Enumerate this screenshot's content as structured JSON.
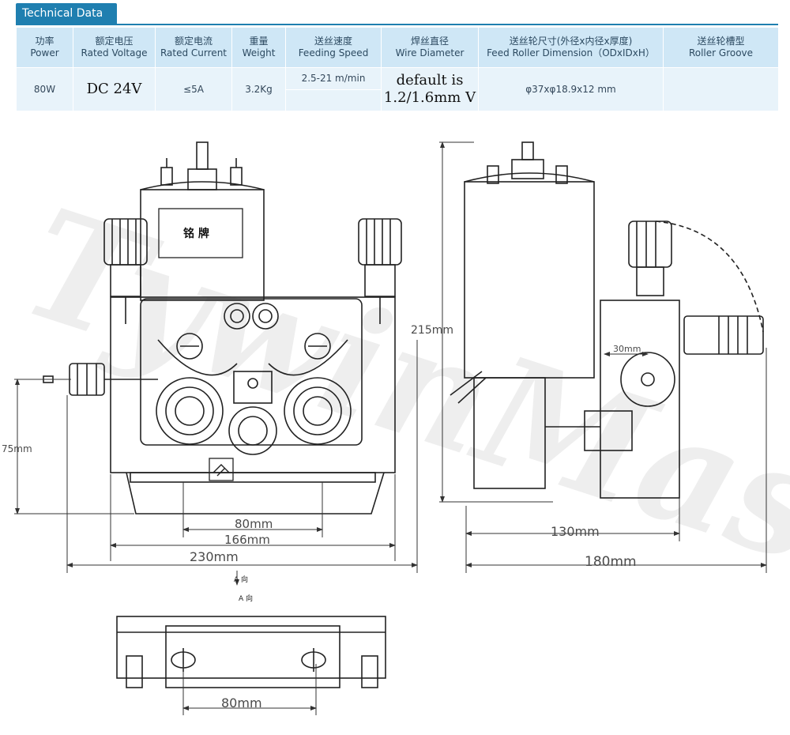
{
  "header": {
    "tab_label": "Technical Data"
  },
  "table": {
    "columns": [
      {
        "cn": "功率",
        "en": "Power"
      },
      {
        "cn": "额定电压",
        "en": "Rated Voltage"
      },
      {
        "cn": "额定电流",
        "en": "Rated Current"
      },
      {
        "cn": "重量",
        "en": "Weight"
      },
      {
        "cn": "送丝速度",
        "en": "Feeding Speed"
      },
      {
        "cn": "焊丝直径",
        "en": "Wire Diameter"
      },
      {
        "cn": "送丝轮尺寸(外径x内径x厚度)",
        "en": "Feed Roller Dimension（ODxIDxH）"
      },
      {
        "cn": "送丝轮槽型",
        "en": "Roller Groove"
      }
    ],
    "row": {
      "power": "80W",
      "voltage": "DC 24V",
      "current": "≤5A",
      "weight": "3.2Kg",
      "speed": "2.5-21 m/min",
      "wire_line1": "default is",
      "wire_line2": "1.2/1.6mm  V",
      "roller": "φ37xφ18.9x12 mm",
      "groove": ""
    }
  },
  "drawing": {
    "nameplate": "铭  牌",
    "view_label_a": "A 向",
    "view_label_b": "A 向",
    "dim_front_80": "80mm",
    "dim_front_166": "166mm",
    "dim_front_230": "230mm",
    "dim_front_75": "75mm",
    "dim_side_215": "215mm",
    "dim_side_30": "30mm",
    "dim_side_130": "130mm",
    "dim_side_180": "180mm",
    "dim_bottom_80": "80mm",
    "watermark": "TywinMaste"
  },
  "colors": {
    "tab_blue": "#1f7fb0",
    "header_cell": "#cfe7f6",
    "body_cell": "#e8f3fa",
    "dim_pink": "#e0508a"
  }
}
